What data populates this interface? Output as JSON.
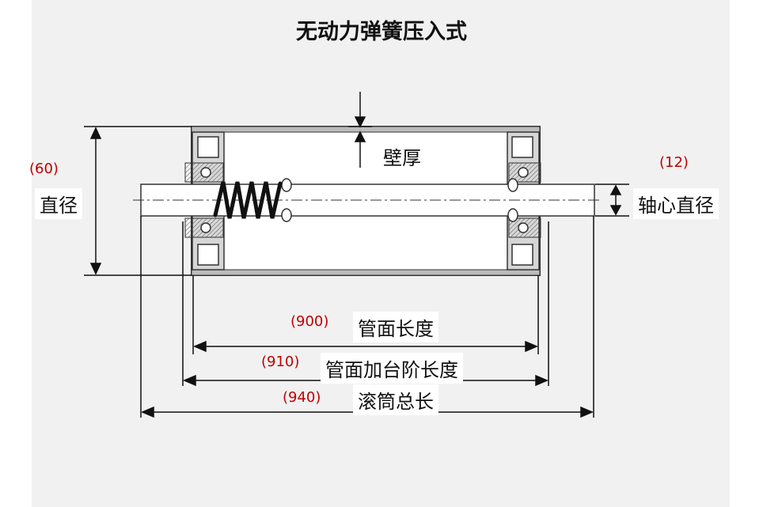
{
  "title": "无动力弹簧压入式",
  "labels": {
    "wall_thickness": "壁厚",
    "diameter": "直径",
    "shaft_diameter": "轴心直径",
    "tube_length": "管面长度",
    "tube_length_with_step": "管面加台阶长度",
    "roller_total_length": "滚筒总长"
  },
  "values": {
    "diameter": "(60)",
    "shaft_diameter": "(12)",
    "tube_length": "(900)",
    "tube_length_with_step": "(910)",
    "roller_total_length": "(940)"
  }
}
